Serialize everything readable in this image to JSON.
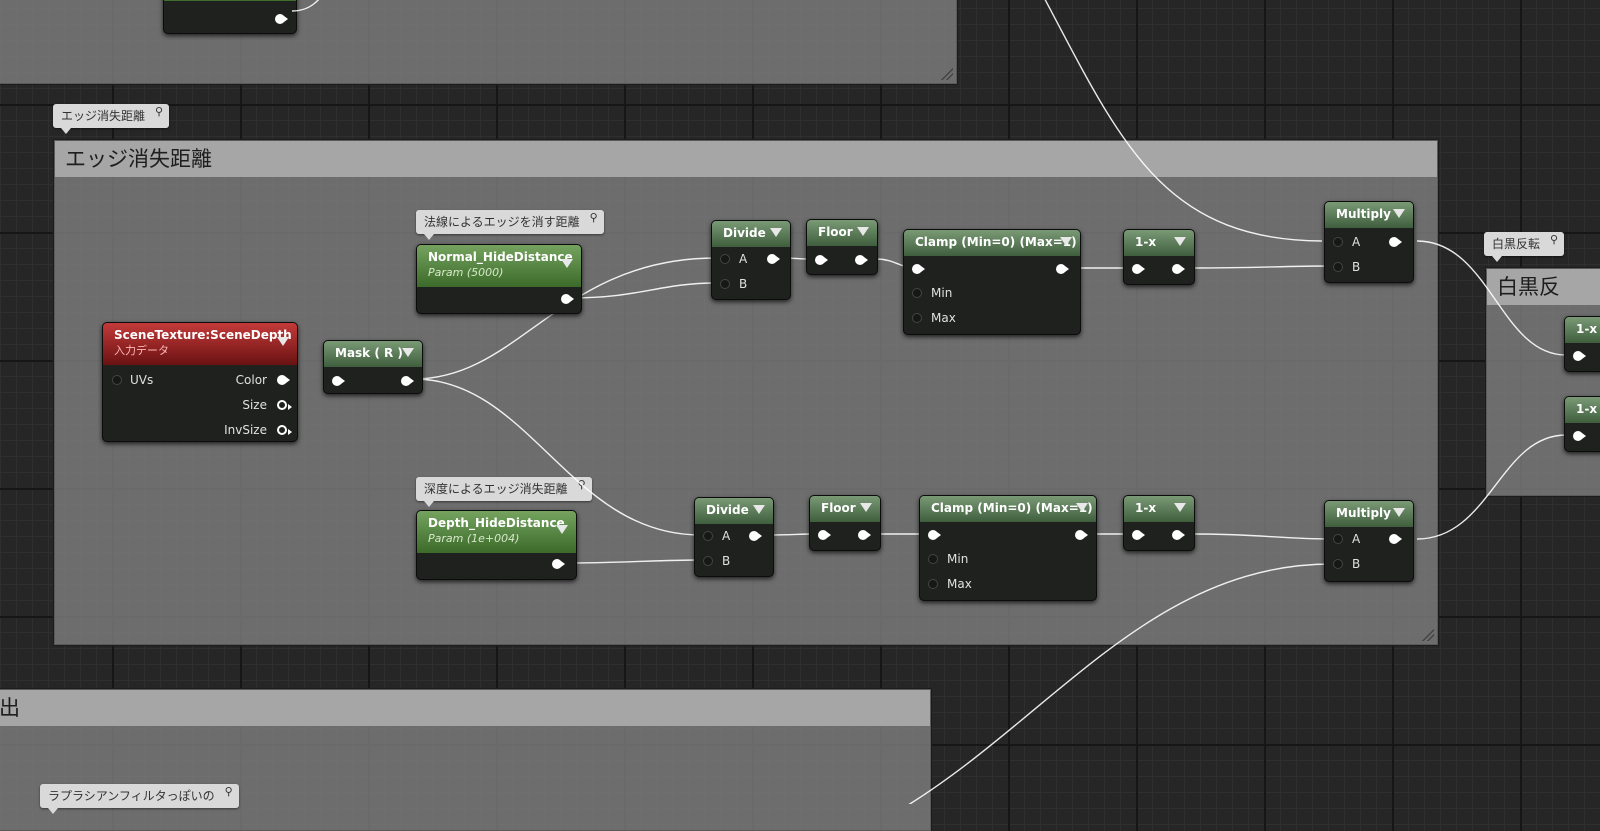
{
  "comments": {
    "edge": {
      "bubble": "エッジ消失距離",
      "title": "エッジ消失距離"
    },
    "bw": {
      "bubble": "白黒反転",
      "title": "白黒反"
    },
    "bottom": {
      "title": "出"
    }
  },
  "bubbles": {
    "normal": "法線によるエッジを消す距離",
    "depth": "深度によるエッジ消失距離",
    "laplacian": "ラプラシアンフィルタっぽいの"
  },
  "nodes": {
    "scene_texture": {
      "title": "SceneTexture:SceneDepth",
      "subtitle": "入力データ",
      "in_uvs": "UVs",
      "out_color": "Color",
      "out_size": "Size",
      "out_invsize": "InvSize"
    },
    "mask": {
      "title": "Mask ( R )"
    },
    "normal_param": {
      "title": "Normal_HideDistance",
      "subtitle": "Param (5000)"
    },
    "depth_param": {
      "title": "Depth_HideDistance",
      "subtitle": "Param (1e+004)"
    },
    "divide_top": {
      "title": "Divide",
      "a": "A",
      "b": "B"
    },
    "divide_bottom": {
      "title": "Divide",
      "a": "A",
      "b": "B"
    },
    "floor_top": {
      "title": "Floor"
    },
    "floor_bottom": {
      "title": "Floor"
    },
    "clamp_top": {
      "title": "Clamp (Min=0) (Max=1)",
      "min": "Min",
      "max": "Max"
    },
    "clamp_bottom": {
      "title": "Clamp (Min=0) (Max=1)",
      "min": "Min",
      "max": "Max"
    },
    "oneminus_top": {
      "title": "1-x"
    },
    "oneminus_bottom": {
      "title": "1-x"
    },
    "multiply_top": {
      "title": "Multiply",
      "a": "A",
      "b": "B"
    },
    "multiply_bottom": {
      "title": "Multiply",
      "a": "A",
      "b": "B"
    },
    "oneminus_right1": {
      "title": "1-x"
    },
    "oneminus_right2": {
      "title": "1-x"
    }
  },
  "colors": {
    "grid": "#262626",
    "comment_title": "#a6a6a6",
    "math_header": "#5a7a57",
    "param_header": "#4f8a3c",
    "texture_header": "#9a2222",
    "wire": "#ffffff"
  },
  "icons": {
    "pin": "pin-icon",
    "collapse": "chevron-down-icon",
    "resize": "resize-grip-icon"
  }
}
